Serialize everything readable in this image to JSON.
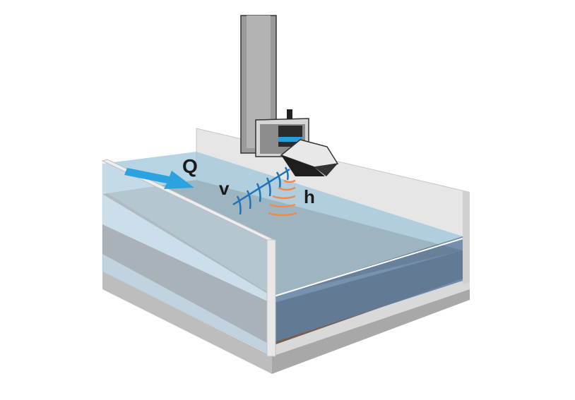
{
  "labels": {
    "flow": "Q",
    "velocity": "v",
    "level": "h"
  },
  "colors": {
    "water": "#9ec6da",
    "bed": "#9b8478",
    "flow_arrow": "#2aa3e0",
    "velocity_wave": "#1f73b8",
    "level_wave": "#ef8a4a",
    "sensor_ring": "#2a9be0"
  }
}
